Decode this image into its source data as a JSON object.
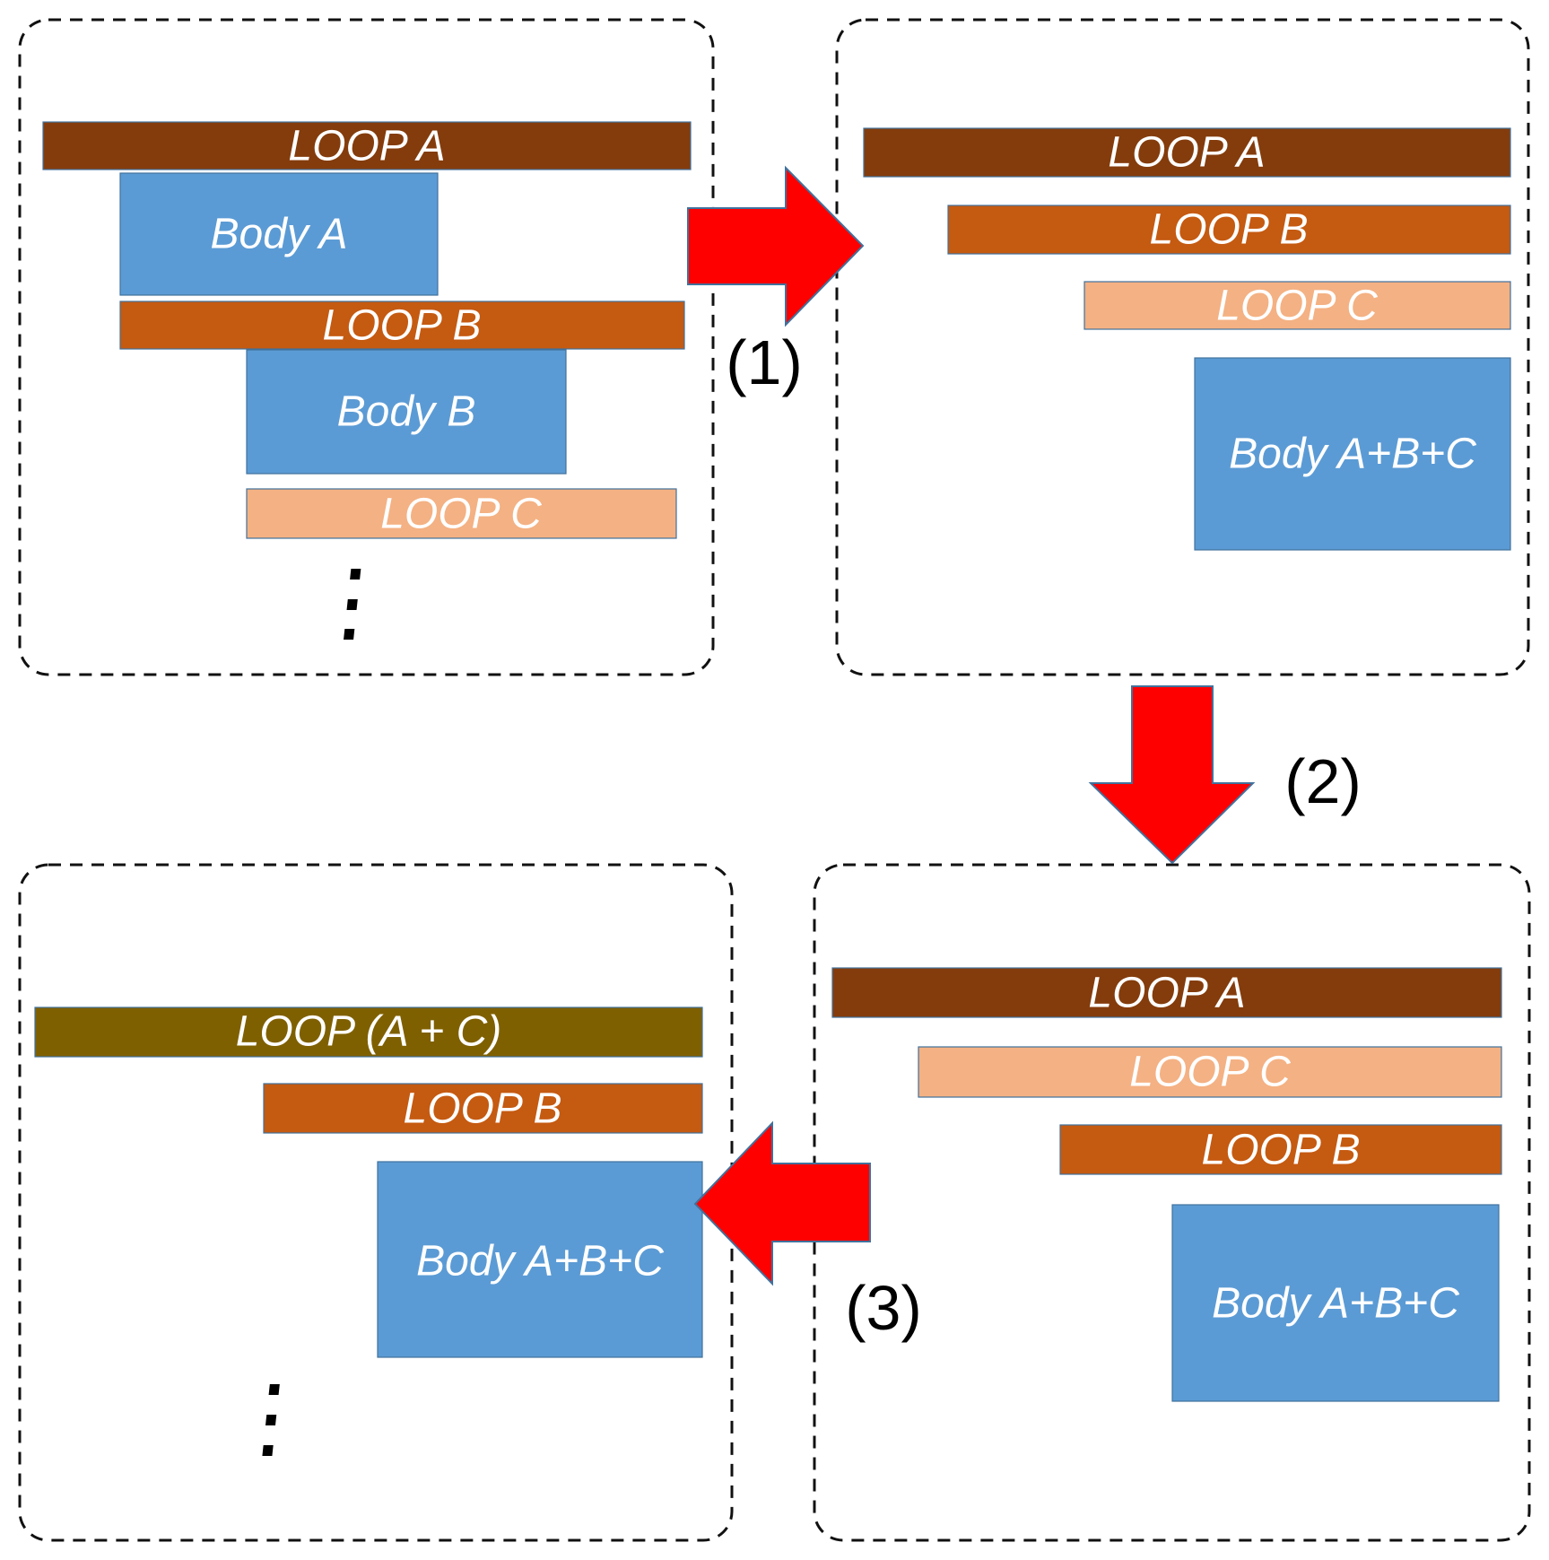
{
  "title": "Loop fusion / interchange transformation steps",
  "colors": {
    "loop_a": "#843c0c",
    "loop_b": "#c55a11",
    "loop_c": "#f4b183",
    "loop_ac": "#7f6000",
    "body": "#5b9bd5",
    "arrow": "#ff0000"
  },
  "panels": [
    {
      "id": "original",
      "blocks": [
        {
          "kind": "loop_a",
          "label": "LOOP A"
        },
        {
          "kind": "body",
          "label": "Body A"
        },
        {
          "kind": "loop_b",
          "label": "LOOP B"
        },
        {
          "kind": "body",
          "label": "Body B"
        },
        {
          "kind": "loop_c",
          "label": "LOOP C"
        }
      ],
      "has_ellipsis": true
    },
    {
      "id": "after-step-1",
      "blocks": [
        {
          "kind": "loop_a",
          "label": "LOOP A"
        },
        {
          "kind": "loop_b",
          "label": "LOOP B"
        },
        {
          "kind": "loop_c",
          "label": "LOOP C"
        },
        {
          "kind": "body",
          "label": "Body A+B+C"
        }
      ],
      "has_ellipsis": false
    },
    {
      "id": "after-step-2",
      "blocks": [
        {
          "kind": "loop_a",
          "label": "LOOP A"
        },
        {
          "kind": "loop_c",
          "label": "LOOP C"
        },
        {
          "kind": "loop_b",
          "label": "LOOP B"
        },
        {
          "kind": "body",
          "label": "Body A+B+C"
        }
      ],
      "has_ellipsis": false
    },
    {
      "id": "after-step-3",
      "blocks": [
        {
          "kind": "loop_ac",
          "label": "LOOP (A + C)"
        },
        {
          "kind": "loop_b",
          "label": "LOOP B"
        },
        {
          "kind": "body",
          "label": "Body A+B+C"
        }
      ],
      "has_ellipsis": true
    }
  ],
  "steps": [
    {
      "label": "(1)",
      "direction": "right"
    },
    {
      "label": "(2)",
      "direction": "down"
    },
    {
      "label": "(3)",
      "direction": "left"
    }
  ]
}
